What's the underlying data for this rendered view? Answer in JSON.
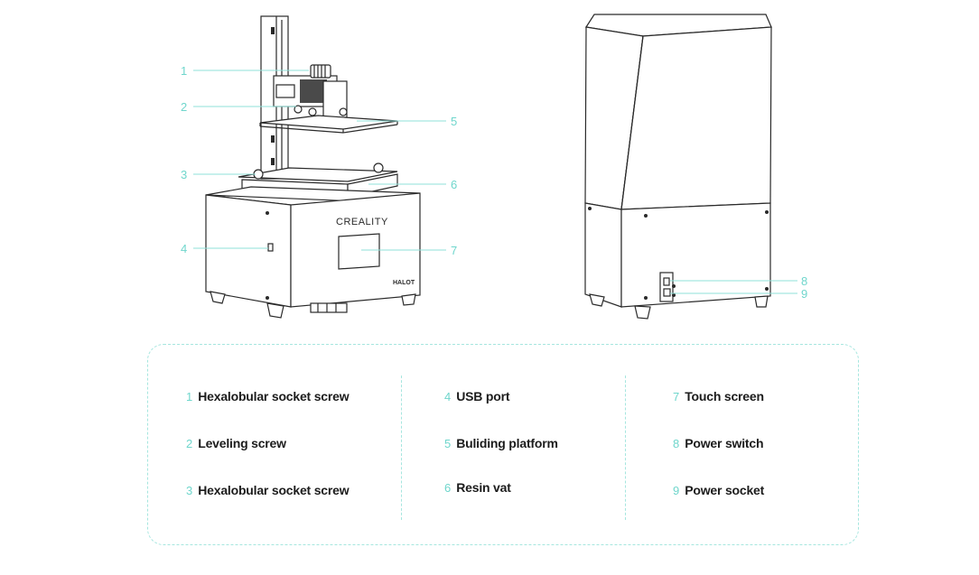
{
  "brand": {
    "logo_text": "CREALITY",
    "model_badge": "HALOT"
  },
  "callouts": {
    "front": [
      {
        "n": "1"
      },
      {
        "n": "2"
      },
      {
        "n": "3"
      },
      {
        "n": "4"
      },
      {
        "n": "5"
      },
      {
        "n": "6"
      },
      {
        "n": "7"
      }
    ],
    "back": [
      {
        "n": "8"
      },
      {
        "n": "9"
      }
    ]
  },
  "legend": {
    "columns": [
      [
        {
          "num": "1",
          "label": "Hexalobular socket screw"
        },
        {
          "num": "2",
          "label": "Leveling screw"
        },
        {
          "num": "3",
          "label": "Hexalobular socket screw"
        }
      ],
      [
        {
          "num": "4",
          "label": "USB port"
        },
        {
          "num": "5",
          "label": "Buliding platform"
        },
        {
          "num": "6",
          "label": "Resin vat"
        }
      ],
      [
        {
          "num": "7",
          "label": "Touch screen"
        },
        {
          "num": "8",
          "label": "Power switch"
        },
        {
          "num": "9",
          "label": "Power socket"
        }
      ]
    ]
  },
  "colors": {
    "accent": "#6fd6cc",
    "ink": "#2a2a2a",
    "border": "#a6e6df"
  }
}
